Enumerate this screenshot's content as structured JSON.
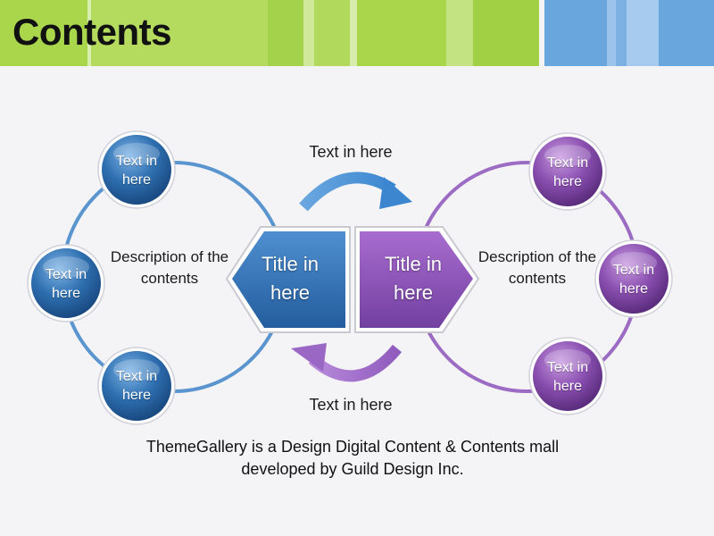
{
  "header": {
    "title": "Contents"
  },
  "colors": {
    "blue": "#2e6fb0",
    "purple": "#8a4fb0",
    "green_stripe": "#a9d64a",
    "blue_stripe": "#6aa6de"
  },
  "diagram": {
    "caption_top": "Text in here",
    "caption_bottom": "Text in here",
    "left": {
      "title": "Title in here",
      "description": "Description of the contents",
      "nodes": [
        "Text in here",
        "Text in here",
        "Text in here"
      ]
    },
    "right": {
      "title": "Title in here",
      "description": "Description of the contents",
      "nodes": [
        "Text in here",
        "Text in here",
        "Text in here"
      ]
    }
  },
  "footer": {
    "line1": "ThemeGallery is a Design Digital Content & Contents mall",
    "line2": "developed by Guild Design Inc."
  }
}
